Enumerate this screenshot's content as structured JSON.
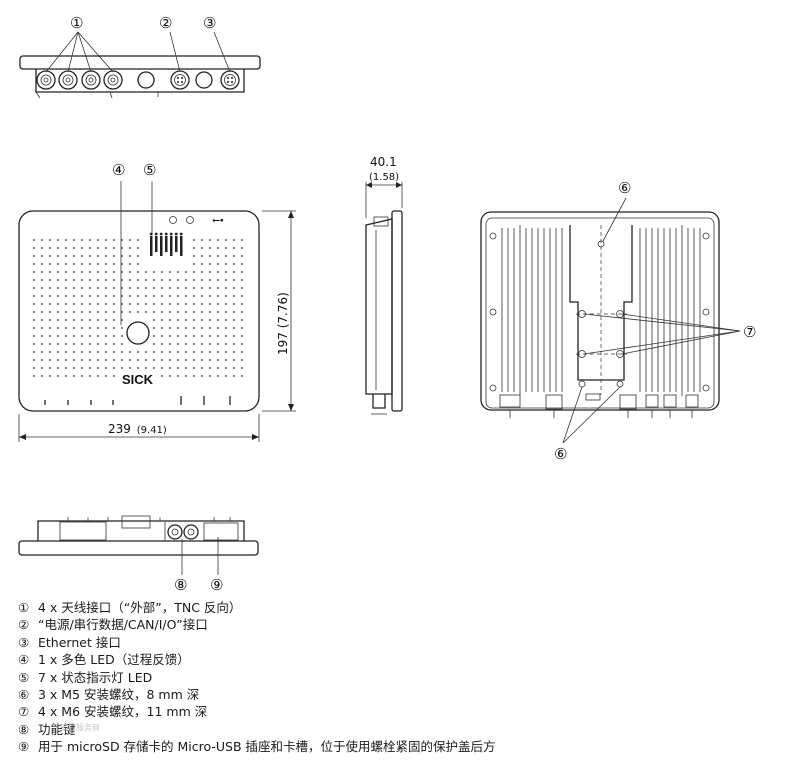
{
  "callouts": [
    "①",
    "②",
    "③",
    "④",
    "⑤",
    "⑥",
    "⑦",
    "⑧",
    "⑨"
  ],
  "dimensions": {
    "depth": "40.1",
    "depth_in": "(1.58)",
    "height": "197 (7.76)",
    "width": "239",
    "width_in": "(9.41)"
  },
  "logo": "SICK",
  "legend": [
    {
      "num": "①",
      "text": "4 x 天线接口（“外部”，TNC 反向）"
    },
    {
      "num": "②",
      "text": "“电源/串行数据/CAN/I/O”接口"
    },
    {
      "num": "③",
      "text": "Ethernet 接口"
    },
    {
      "num": "④",
      "text": "1 x 多色 LED（过程反馈）"
    },
    {
      "num": "⑤",
      "text": "7 x 状态指示灯 LED"
    },
    {
      "num": "⑥",
      "text": "3 x M5 安装螺纹，8 mm 深"
    },
    {
      "num": "⑦",
      "text": "4 x M6 安装螺纹，11 mm 深"
    },
    {
      "num": "⑧",
      "text": "功能键"
    },
    {
      "num": "⑨",
      "text": "用于 microSD 存储卡的 Micro-USB 插座和卡槽，位于使用螺栓紧固的保护盖后方"
    }
  ],
  "watermark": "工厂服务商"
}
